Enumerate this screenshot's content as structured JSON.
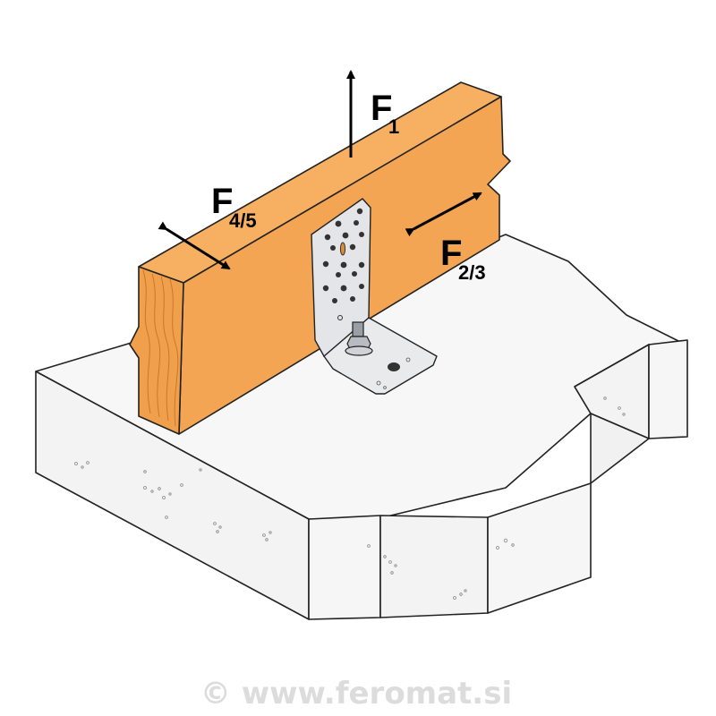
{
  "colors": {
    "timber": "#f4a654",
    "timber_end": "#f0a04a",
    "timber_grain": "#c9772e",
    "concrete": "#f6f6f6",
    "outline": "#222222",
    "steel": "#dfe1e4",
    "watermark": "#dcdcdc"
  },
  "forces": {
    "f1": {
      "letter": "F",
      "sub": "1"
    },
    "f23": {
      "letter": "F",
      "sub": "2/3"
    },
    "f45": {
      "letter": "F",
      "sub": "4/5"
    }
  },
  "watermark": "© www.feromat.si"
}
